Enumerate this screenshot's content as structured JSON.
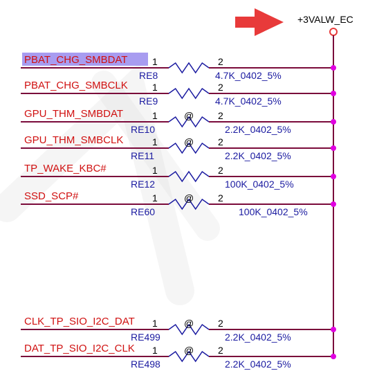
{
  "power_rail": {
    "label": "+3VALW_EC"
  },
  "pin_labels": {
    "left": "1",
    "right": "2"
  },
  "colors": {
    "wire": "#7a0a3a",
    "junction": "#e000e0",
    "arrow": "#e83a3a",
    "net_text": "#d01010",
    "ref_text": "#1a1aa0",
    "net_highlight": "#a89cf0"
  },
  "resistors": [
    {
      "net": "PBAT_CHG_SMBDAT",
      "ref": "RE8",
      "value": "4.7K_0402_5%",
      "dnp": false,
      "highlighted": true
    },
    {
      "net": "PBAT_CHG_SMBCLK",
      "ref": "RE9",
      "value": "4.7K_0402_5%",
      "dnp": false,
      "highlighted": false
    },
    {
      "net": "GPU_THM_SMBDAT",
      "ref": "RE10",
      "value": "2.2K_0402_5%",
      "dnp": true,
      "highlighted": false
    },
    {
      "net": "GPU_THM_SMBCLK",
      "ref": "RE11",
      "value": "2.2K_0402_5%",
      "dnp": true,
      "highlighted": false
    },
    {
      "net": "TP_WAKE_KBC#",
      "ref": "RE12",
      "value": "100K_0402_5%",
      "dnp": false,
      "highlighted": false
    },
    {
      "net": "SSD_SCP#",
      "ref": "RE60",
      "value": "100K_0402_5%",
      "dnp": true,
      "highlighted": false
    },
    {
      "net": "CLK_TP_SIO_I2C_DAT",
      "ref": "RE499",
      "value": "2.2K_0402_5%",
      "dnp": true,
      "highlighted": false
    },
    {
      "net": "DAT_TP_SIO_I2C_CLK",
      "ref": "RE498",
      "value": "2.2K_0402_5%",
      "dnp": true,
      "highlighted": false
    }
  ],
  "dnp_marker": "@"
}
